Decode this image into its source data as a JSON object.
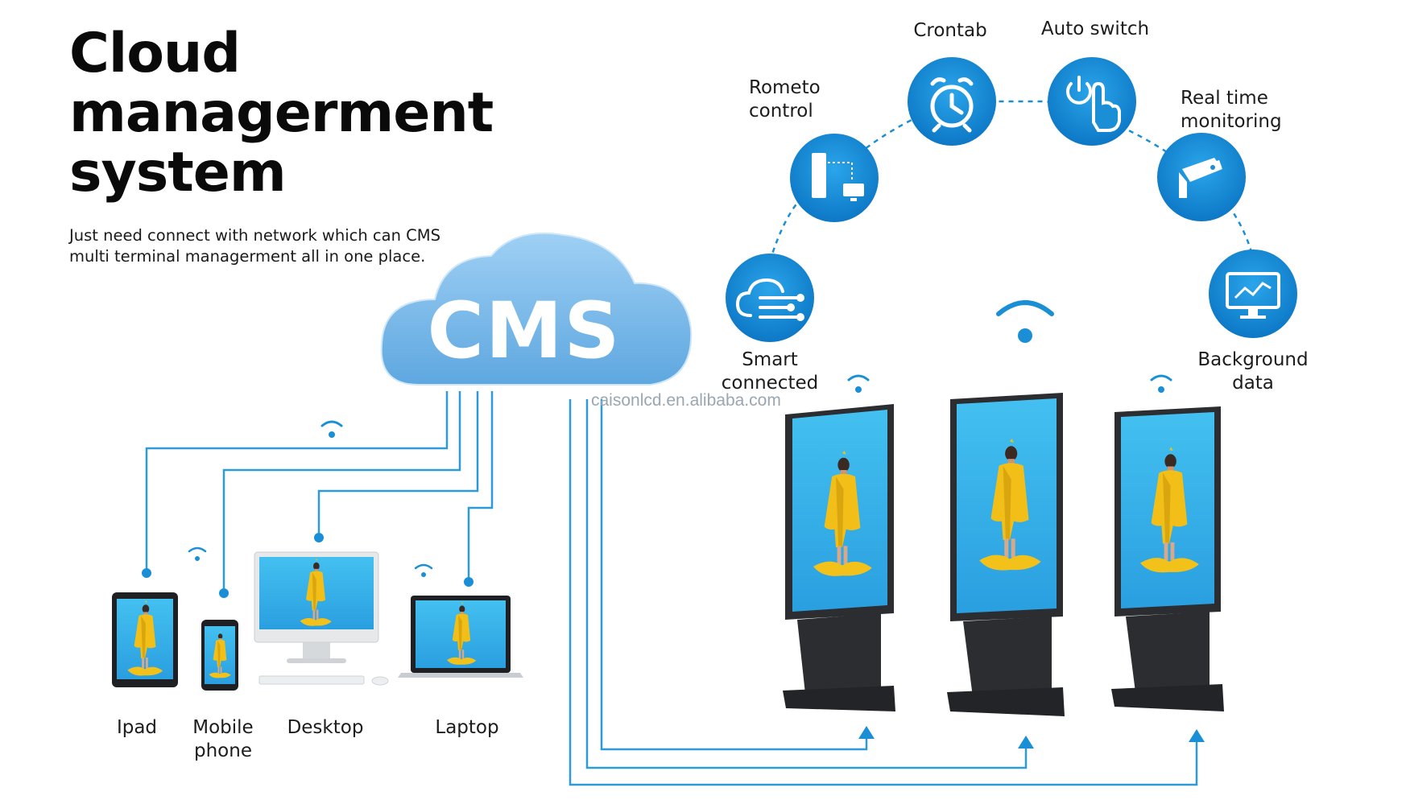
{
  "title": "Cloud managerment system",
  "title_lines": [
    "Cloud",
    "managerment",
    "system"
  ],
  "subtitle_lines": [
    "Just need connect with network which can CMS",
    "multi terminal managerment all in one place."
  ],
  "cloud_label": "CMS",
  "watermark": "caisonlcd.en.alibaba.com",
  "features": [
    {
      "id": "smart",
      "lines": [
        "Smart",
        "connected"
      ],
      "icon": "cloud-circuit-icon"
    },
    {
      "id": "remote",
      "lines": [
        "Rometo",
        "control"
      ],
      "icon": "remote-display-icon"
    },
    {
      "id": "crontab",
      "lines": [
        "Crontab"
      ],
      "icon": "alarm-clock-icon"
    },
    {
      "id": "autoswitch",
      "lines": [
        "Auto switch"
      ],
      "icon": "power-hand-icon"
    },
    {
      "id": "monitor",
      "lines": [
        "Real time",
        "monitoring"
      ],
      "icon": "security-camera-icon"
    },
    {
      "id": "background",
      "lines": [
        "Background",
        "data"
      ],
      "icon": "analytics-monitor-icon"
    }
  ],
  "devices": [
    {
      "id": "ipad",
      "lines": [
        "Ipad"
      ]
    },
    {
      "id": "mobile",
      "lines": [
        "Mobile",
        "phone"
      ]
    },
    {
      "id": "desktop",
      "lines": [
        "Desktop"
      ]
    },
    {
      "id": "laptop",
      "lines": [
        "Laptop"
      ]
    }
  ],
  "colors": {
    "accent": "#1a8fd6",
    "accent_dark": "#0f6fb6",
    "line": "#2e9ad8",
    "cloud": "#6fb3e6",
    "kiosk": "#2b2d30",
    "screen": "#3cb6ea",
    "dress": "#f2c21c"
  }
}
